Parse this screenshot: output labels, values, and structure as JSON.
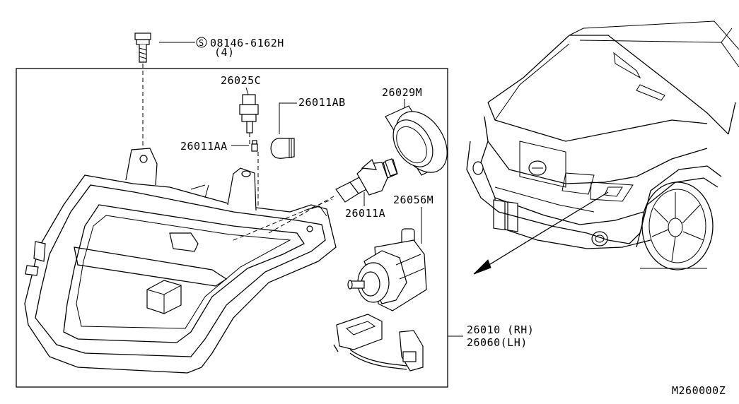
{
  "diagram": {
    "labels": {
      "bolt_number": "08146-6162H",
      "bolt_qty": "(4)",
      "bolt_symbol": "S",
      "side_marker_socket": "26025C",
      "side_marker_bulb": "26011AB",
      "bulb_small": "26011AA",
      "bulb_cap": "26029M",
      "headlamp_bulb": "26011A",
      "leveling_motor": "26056M",
      "assembly_rh": "26010 (RH)",
      "assembly_lh": "26060(LH)",
      "figure_code": "M260000Z"
    }
  }
}
